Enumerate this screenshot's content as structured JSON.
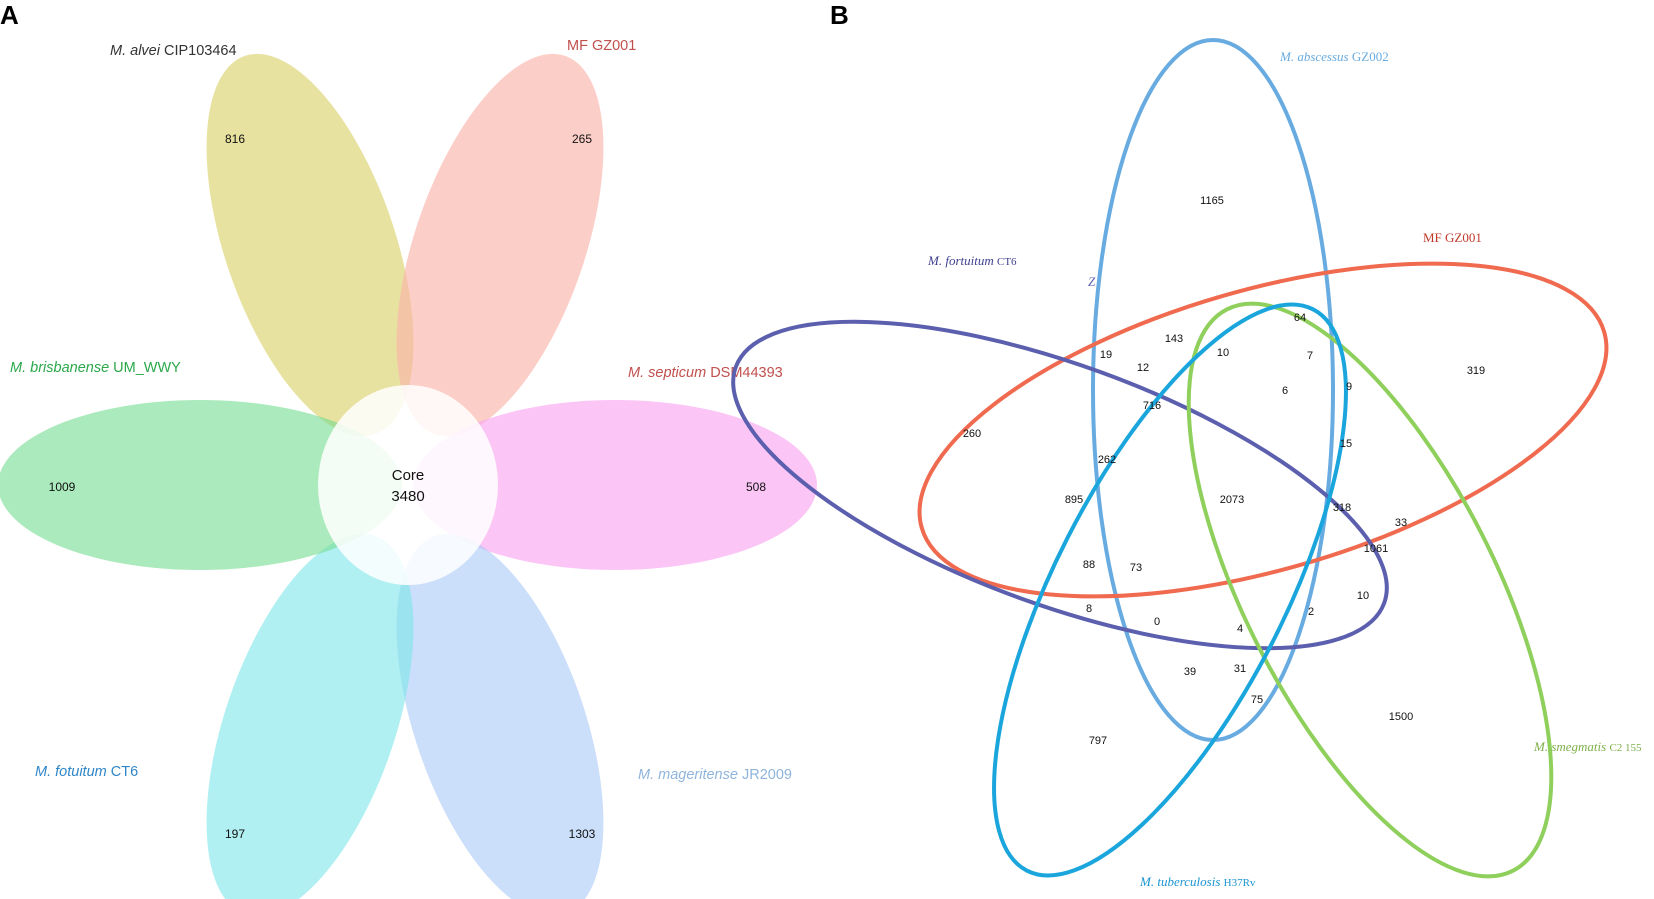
{
  "panel_a": {
    "letter": "A",
    "core": {
      "label": "Core",
      "value": "3480"
    },
    "petals": [
      {
        "id": "alvei",
        "species": "M. alvei",
        "strain": "CIP103464",
        "count": "816",
        "fill": "#d9cf63",
        "label_color": "#333333"
      },
      {
        "id": "mf",
        "species": "",
        "strain": "MF GZ001",
        "count": "265",
        "fill": "#fbb3ab",
        "label_color": "#c0504d"
      },
      {
        "id": "septicum",
        "species": "M. septicum",
        "strain": "DSM44393",
        "count": "508",
        "fill": "#f99ef0",
        "label_color": "#c0504d"
      },
      {
        "id": "mageritense",
        "species": "M. mageritense",
        "strain": "JR2009",
        "count": "1303",
        "fill": "#a9c8f7",
        "label_color": "#8fb4dc"
      },
      {
        "id": "fotuitum",
        "species": "M. fotuitum",
        "strain": "CT6",
        "count": "197",
        "fill": "#7de6e9",
        "label_color": "#2f86c8"
      },
      {
        "id": "brisbanense",
        "species": "M. brisbanense",
        "strain": "UM_WWY",
        "count": "1009",
        "fill": "#73dc8f",
        "label_color": "#2aa84a"
      }
    ]
  },
  "panel_b": {
    "letter": "B",
    "sets": [
      {
        "id": "abscessus",
        "species": "M. abscessus",
        "strain": "GZ002",
        "color": "#68abe0"
      },
      {
        "id": "mf",
        "species": "",
        "strain": "MF GZ001",
        "color": "#f06a4f"
      },
      {
        "id": "fortuitum",
        "species": "M. fortuitum",
        "strain": "CT6",
        "color": "#5b5fae"
      },
      {
        "id": "smegmatis",
        "species": "M. smegmatis",
        "strain": "C2 155",
        "color": "#8fcf5c"
      },
      {
        "id": "tuberculosis",
        "species": "M. tuberculosis",
        "strain": "H37Rv",
        "color": "#1aa6dc"
      }
    ],
    "stray_mark": "Z",
    "counts": [
      "1165",
      "64",
      "143",
      "10",
      "7",
      "19",
      "12",
      "6",
      "9",
      "319",
      "716",
      "260",
      "262",
      "15",
      "2073",
      "895",
      "318",
      "33",
      "1061",
      "88",
      "73",
      "8",
      "0",
      "4",
      "2",
      "10",
      "39",
      "31",
      "75",
      "1500",
      "797"
    ]
  }
}
